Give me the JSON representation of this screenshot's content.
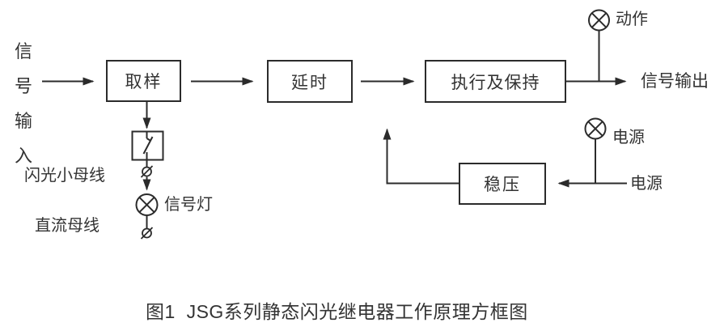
{
  "colors": {
    "line": "#2b2b2b",
    "text": "#333333",
    "background": "#ffffff"
  },
  "diagram": {
    "input_label": "信号输入",
    "flash_bus_label": "闪光小母线",
    "dc_bus_label": "直流母线",
    "blocks": {
      "sampling": "取样",
      "delay": "延时",
      "execute_hold": "执行及保持",
      "voltage_regulator": "稳压"
    },
    "action_lamp_label": "动作",
    "signal_output_label": "信号输出",
    "power_lamp_label": "电源",
    "power_source_label": "电源",
    "signal_lamp_label": "信号灯"
  },
  "caption": "图1  JSG系列静态闪光继电器工作原理方框图"
}
